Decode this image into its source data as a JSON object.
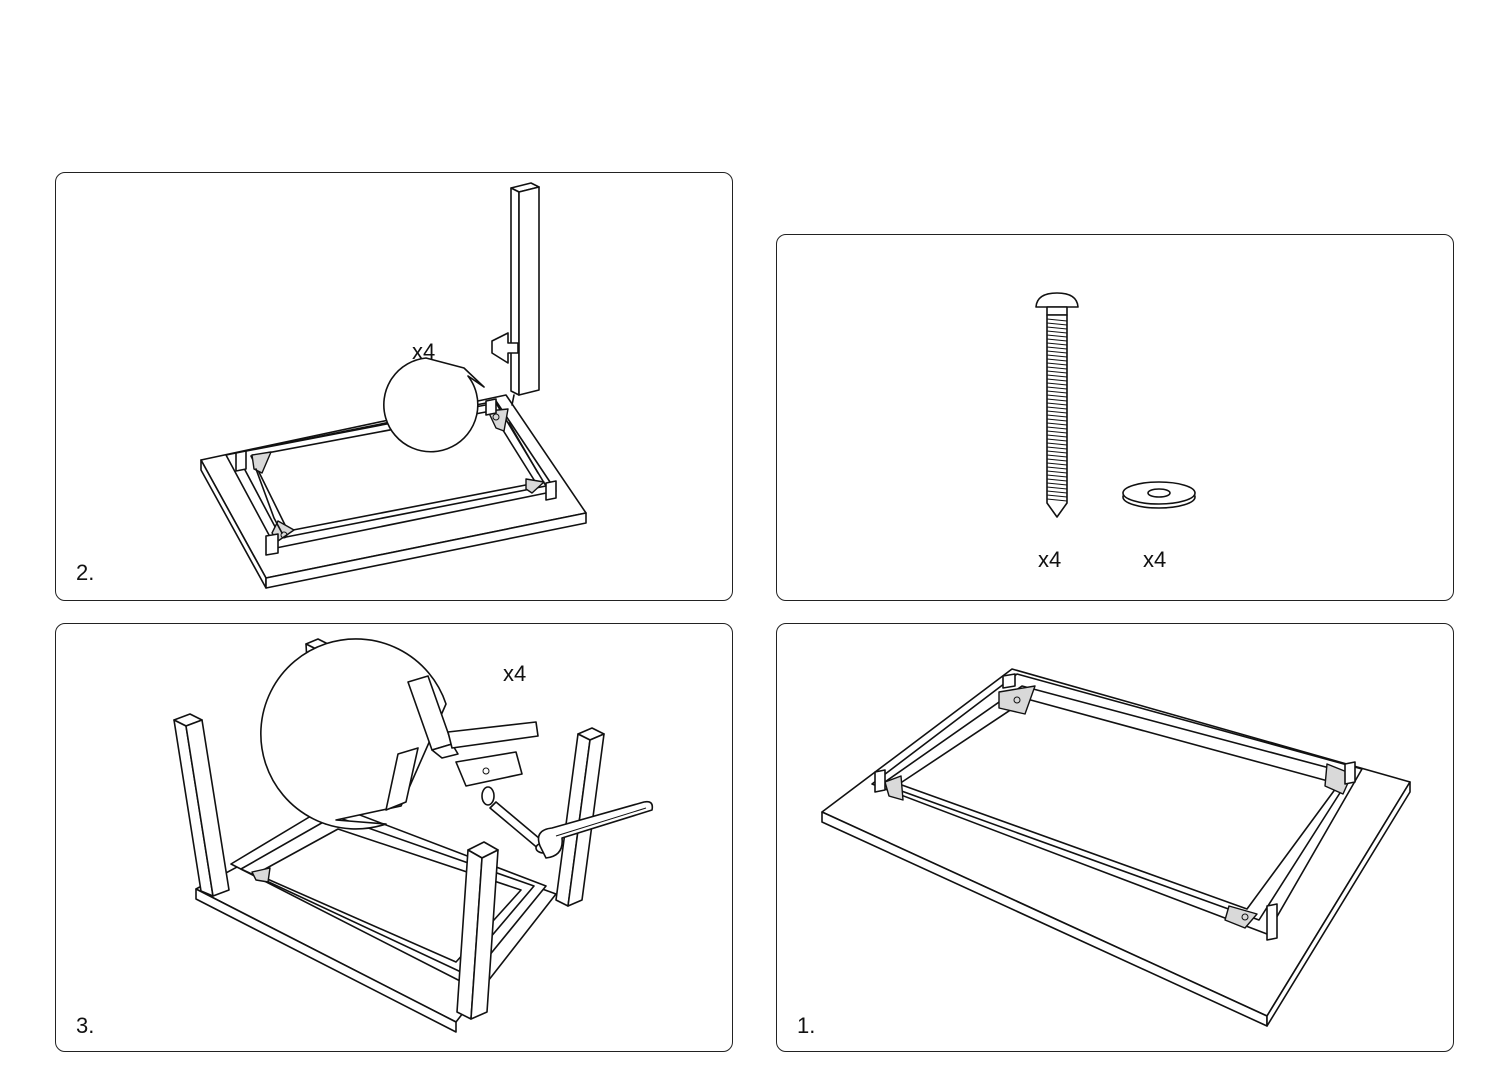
{
  "panels": {
    "hardware": {
      "bolt_qty": "x4",
      "washer_qty": "x4"
    },
    "step1": {
      "label": "1."
    },
    "step2": {
      "label": "2.",
      "callout_qty": "x4"
    },
    "step3": {
      "label": "3.",
      "callout_qty": "x4"
    }
  }
}
